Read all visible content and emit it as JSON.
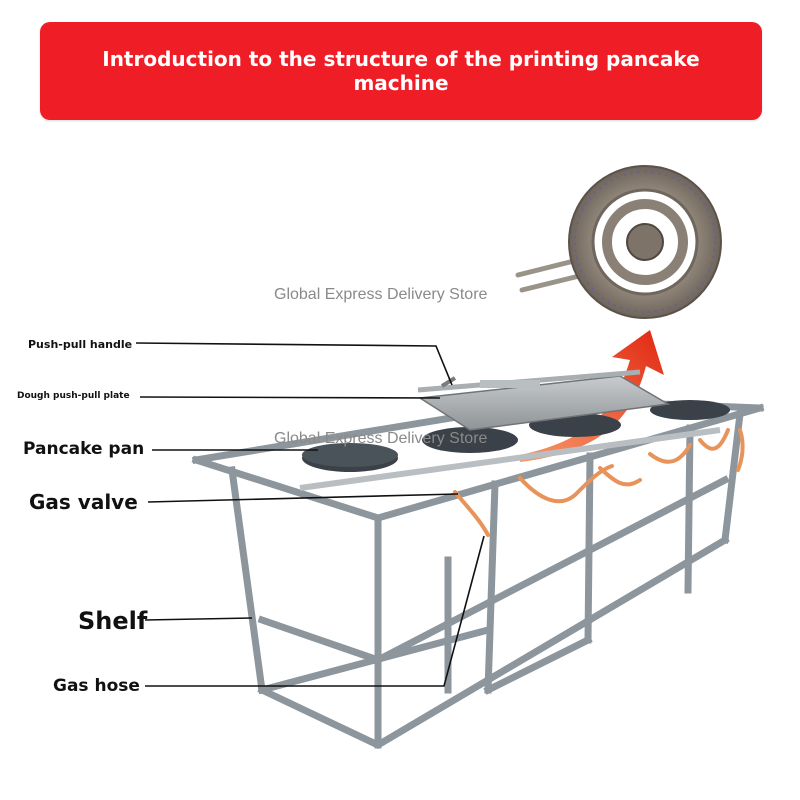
{
  "banner": {
    "title": "Introduction to the structure of the printing pancake machine",
    "color": "#ef1d25"
  },
  "watermarks": [
    "Global Express Delivery Store",
    "Global Express Delivery Store"
  ],
  "labels": {
    "push_pull_handle": "Push-pull handle",
    "dough_push_pull_plate": "Dough push-pull plate",
    "pancake_pan": "Pancake pan",
    "gas_valve": "Gas valve",
    "shelf": "Shelf",
    "gas_hose": "Gas hose"
  },
  "colors": {
    "arrow": "#e63312",
    "hose": "#e8935a",
    "frame": "#8d969c",
    "pan": "#3a4148",
    "leader": "#111111"
  },
  "icons": {
    "burner": "ring-burner-icon",
    "arrow": "curved-up-arrow-icon"
  }
}
